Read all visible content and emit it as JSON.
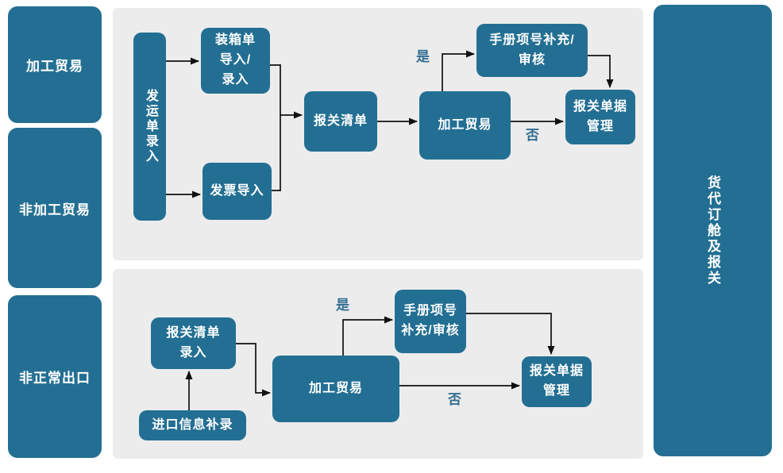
{
  "colors": {
    "node_fill": "#236f93",
    "panel_bg": "#ececec",
    "edge_label": "#336e93",
    "arrow": "#111111",
    "node_text": "#ffffff"
  },
  "left_lanes": [
    {
      "label": "加工贸易"
    },
    {
      "label": "非加工贸易"
    },
    {
      "label": "非正常出口"
    }
  ],
  "right_lane": {
    "label": "货代订舱及报关"
  },
  "top_flow": {
    "shipping_entry": "发运单录入",
    "packing_list": "装箱单\n导入/\n录入",
    "invoice_import": "发票导入",
    "declaration_list": "报关清单",
    "processing_trade": "加工贸易",
    "manual_item": "手册项号补充/\n审核",
    "doc_management": "报关单据\n管理",
    "yes_label": "是",
    "no_label": "否"
  },
  "bottom_flow": {
    "declaration_list_entry": "报关清单\n录入",
    "import_info": "进口信息补录",
    "processing_trade": "加工贸易",
    "manual_item": "手册项号\n补充/审核",
    "doc_management": "报关单据\n管理",
    "yes_label": "是",
    "no_label": "否"
  }
}
